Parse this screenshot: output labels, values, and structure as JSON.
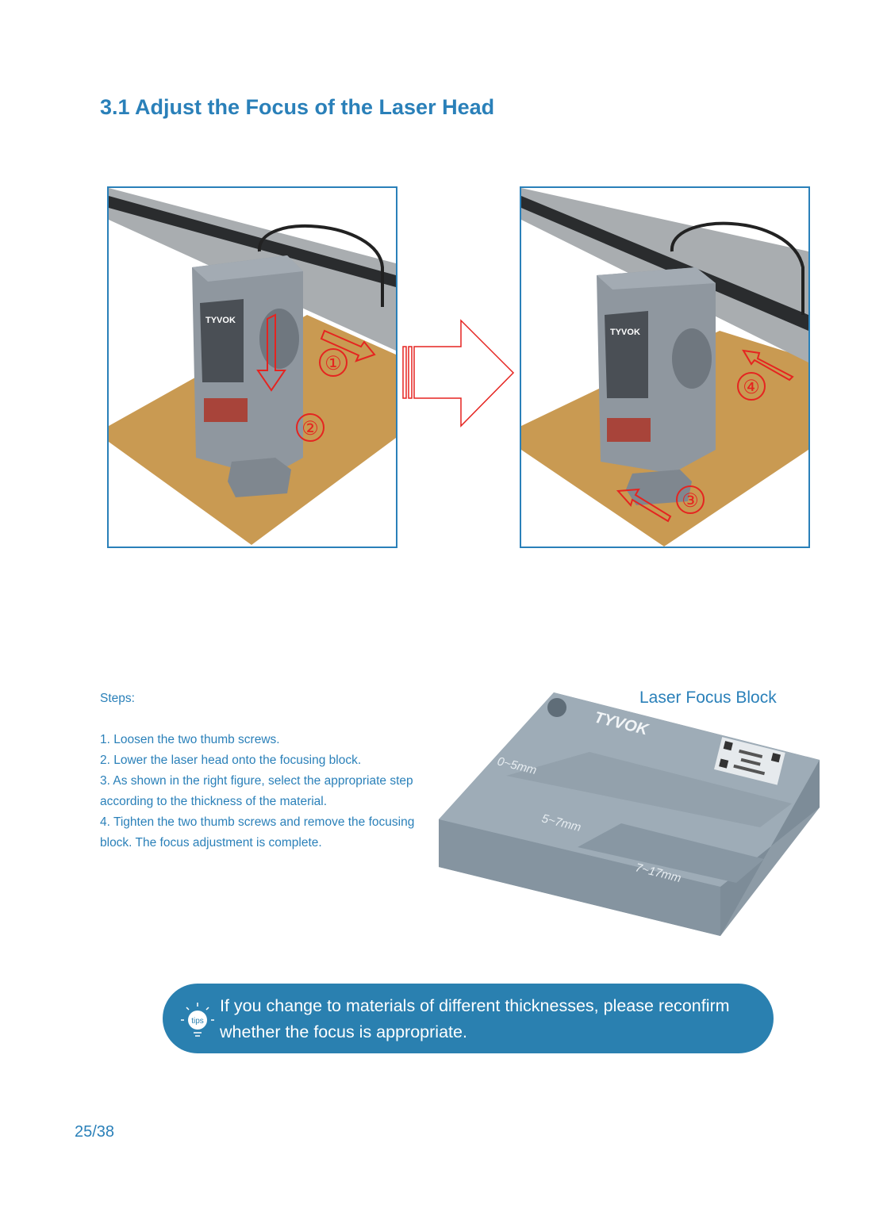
{
  "page": {
    "title": "3.1 Adjust the Focus of the Laser Head",
    "figures": {
      "left_markers": [
        "①",
        "②"
      ],
      "right_markers": [
        "③",
        "④"
      ],
      "brand": "TYVOK",
      "arrow_color": "#e52420",
      "border_color": "#2a80b9"
    },
    "steps": {
      "header": "Steps:",
      "items": [
        "1. Loosen the two thumb screws.",
        "2. Lower the laser head onto the focusing block.",
        "3. As shown in the right figure, select the appropriate step according to the thickness of the material.",
        "4. Tighten the two thumb screws and remove the focusing block. The focus adjustment is complete."
      ]
    },
    "focus_block": {
      "label": "Laser Focus Block",
      "brand": "TYVOK",
      "steps": [
        "0~5mm",
        "5~7mm",
        "7~17mm"
      ]
    },
    "tips": {
      "icon_label": "tips",
      "text": "If you change to materials of different thicknesses, please reconfirm whether the focus is appropriate."
    },
    "page_number": "25/38",
    "colors": {
      "accent": "#2a80b9",
      "banner": "#2a80b0"
    }
  }
}
